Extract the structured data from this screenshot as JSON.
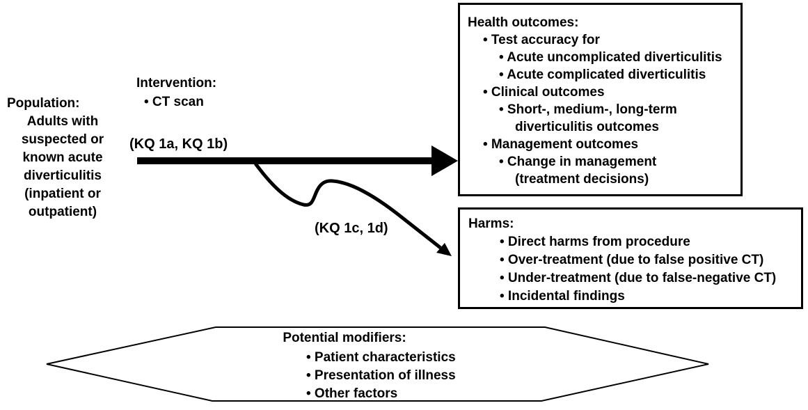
{
  "colors": {
    "ink": "#000000",
    "background": "#ffffff"
  },
  "population": {
    "title": "Population:",
    "lines": [
      "Adults with",
      "suspected or",
      "known acute",
      "diverticulitis",
      "(inpatient or",
      "outpatient)"
    ]
  },
  "intervention": {
    "title": "Intervention:",
    "item": "• CT scan"
  },
  "arrows": {
    "main_label": "(KQ 1a, KQ 1b)",
    "harms_label": "(KQ 1c, 1d)"
  },
  "health_box": {
    "title": "Health outcomes:",
    "lines": [
      "• Test accuracy for",
      "• Acute uncomplicated diverticulitis",
      "• Acute complicated diverticulitis",
      "• Clinical outcomes",
      "• Short-, medium-, long-term",
      "diverticulitis outcomes",
      "• Management outcomes",
      "• Change in management",
      "(treatment decisions)"
    ]
  },
  "harms_box": {
    "title": "Harms:",
    "lines": [
      "• Direct harms from procedure",
      "• Over-treatment (due to false positive CT)",
      "• Under-treatment (due to false-negative CT)",
      "• Incidental findings"
    ]
  },
  "modifiers": {
    "title": "Potential modifiers:",
    "lines": [
      "• Patient characteristics",
      "• Presentation of illness",
      "• Other factors"
    ]
  }
}
